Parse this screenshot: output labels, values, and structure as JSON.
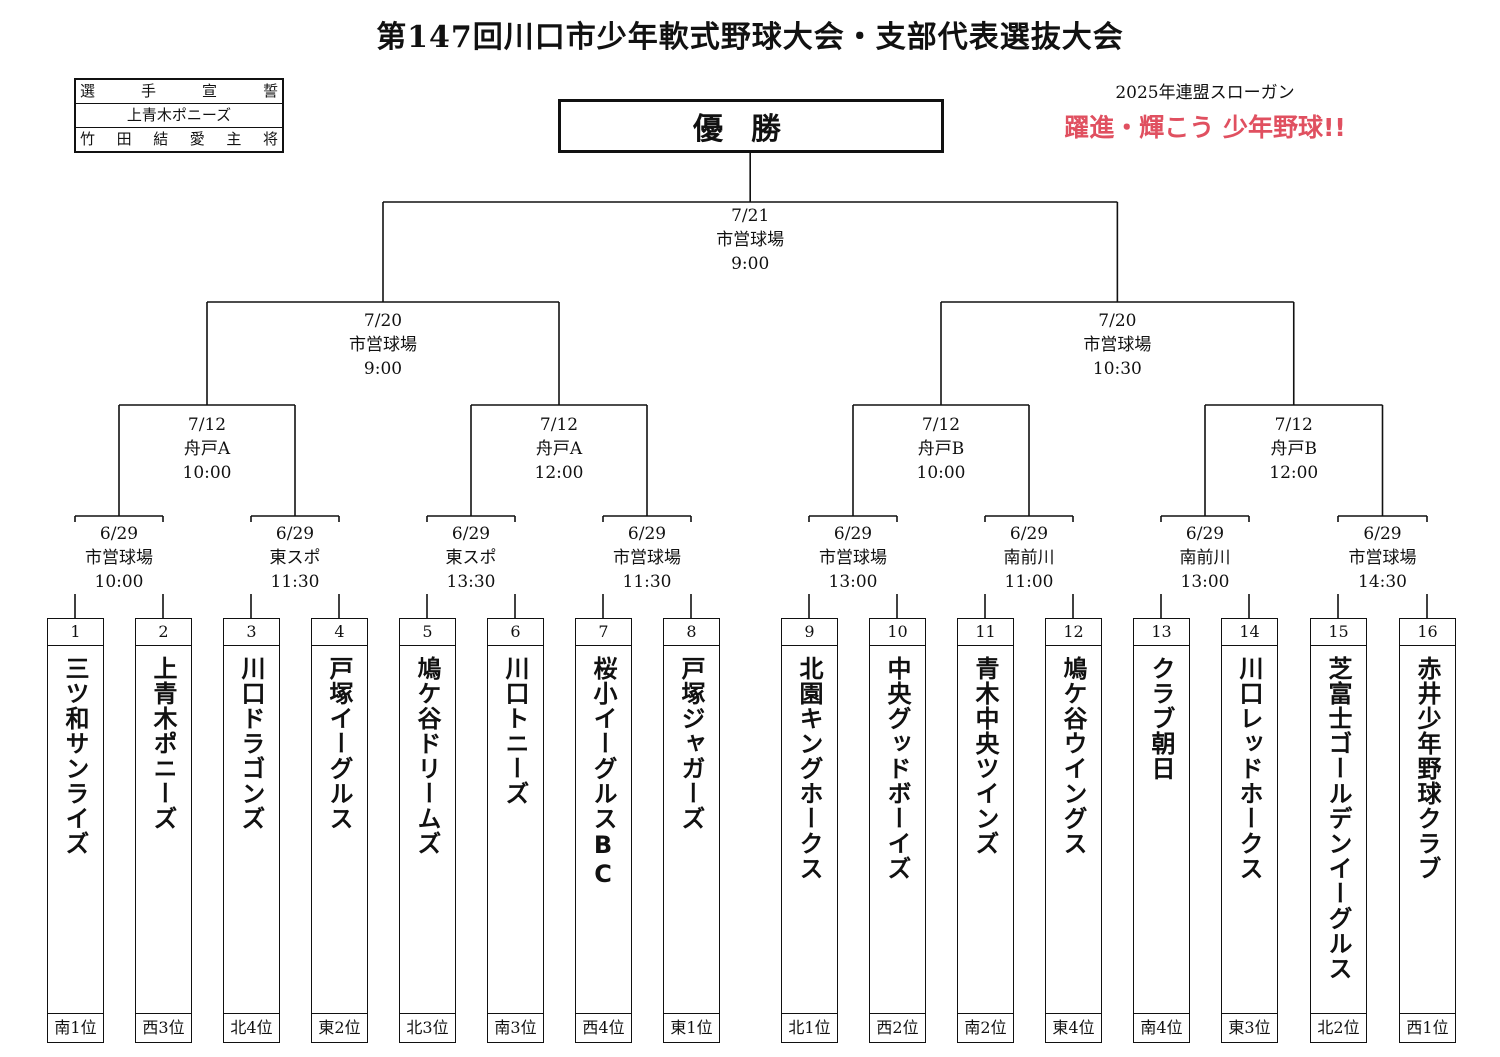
{
  "title": "第147回川口市少年軟式野球大会・支部代表選抜大会",
  "oath": {
    "header_chars": [
      "選",
      "手",
      "宣",
      "誓"
    ],
    "team": "上青木ポニーズ",
    "captain_chars": [
      "竹",
      "田",
      "結",
      "愛",
      "主",
      "将"
    ]
  },
  "slogan": {
    "label": "2025年連盟スローガン",
    "text": "躍進・輝こう 少年野球!!"
  },
  "champion": "優勝",
  "final": {
    "date": "7/21",
    "venue": "市営球場",
    "time": "9:00"
  },
  "semifinals": [
    {
      "date": "7/20",
      "venue": "市営球場",
      "time": "9:00"
    },
    {
      "date": "7/20",
      "venue": "市営球場",
      "time": "10:30"
    }
  ],
  "quarterfinals": [
    {
      "date": "7/12",
      "venue": "舟戸A",
      "time": "10:00"
    },
    {
      "date": "7/12",
      "venue": "舟戸A",
      "time": "12:00"
    },
    {
      "date": "7/12",
      "venue": "舟戸B",
      "time": "10:00"
    },
    {
      "date": "7/12",
      "venue": "舟戸B",
      "time": "12:00"
    }
  ],
  "first_round": [
    {
      "date": "6/29",
      "venue": "市営球場",
      "time": "10:00"
    },
    {
      "date": "6/29",
      "venue": "東スポ",
      "time": "11:30"
    },
    {
      "date": "6/29",
      "venue": "東スポ",
      "time": "13:30"
    },
    {
      "date": "6/29",
      "venue": "市営球場",
      "time": "11:30"
    },
    {
      "date": "6/29",
      "venue": "市営球場",
      "time": "13:00"
    },
    {
      "date": "6/29",
      "venue": "南前川",
      "time": "11:00"
    },
    {
      "date": "6/29",
      "venue": "南前川",
      "time": "13:00"
    },
    {
      "date": "6/29",
      "venue": "市営球場",
      "time": "14:30"
    }
  ],
  "teams": [
    {
      "num": "1",
      "name": "三ツ和サンライズ",
      "rank": "南1位"
    },
    {
      "num": "2",
      "name": "上青木ポニーズ",
      "rank": "西3位"
    },
    {
      "num": "3",
      "name": "川口ドラゴンズ",
      "rank": "北4位"
    },
    {
      "num": "4",
      "name": "戸塚イーグルス",
      "rank": "東2位"
    },
    {
      "num": "5",
      "name": "鳩ケ谷ドリームズ",
      "rank": "北3位"
    },
    {
      "num": "6",
      "name": "川口トニーズ",
      "rank": "南3位"
    },
    {
      "num": "7",
      "name": "桜小イーグルスBC",
      "rank": "西4位"
    },
    {
      "num": "8",
      "name": "戸塚ジャガーズ",
      "rank": "東1位"
    },
    {
      "num": "9",
      "name": "北園キングホークス",
      "rank": "北1位"
    },
    {
      "num": "10",
      "name": "中央グッドボーイズ",
      "rank": "西2位"
    },
    {
      "num": "11",
      "name": "青木中央ツインズ",
      "rank": "南2位"
    },
    {
      "num": "12",
      "name": "鳩ケ谷ウイングス",
      "rank": "東4位"
    },
    {
      "num": "13",
      "name": "クラブ朝日",
      "rank": "南4位"
    },
    {
      "num": "14",
      "name": "川口レッドホークス",
      "rank": "東3位"
    },
    {
      "num": "15",
      "name": "芝富士ゴールデンイーグルス",
      "rank": "北2位"
    },
    {
      "num": "16",
      "name": "赤井少年野球クラブ",
      "rank": "西1位"
    }
  ]
}
